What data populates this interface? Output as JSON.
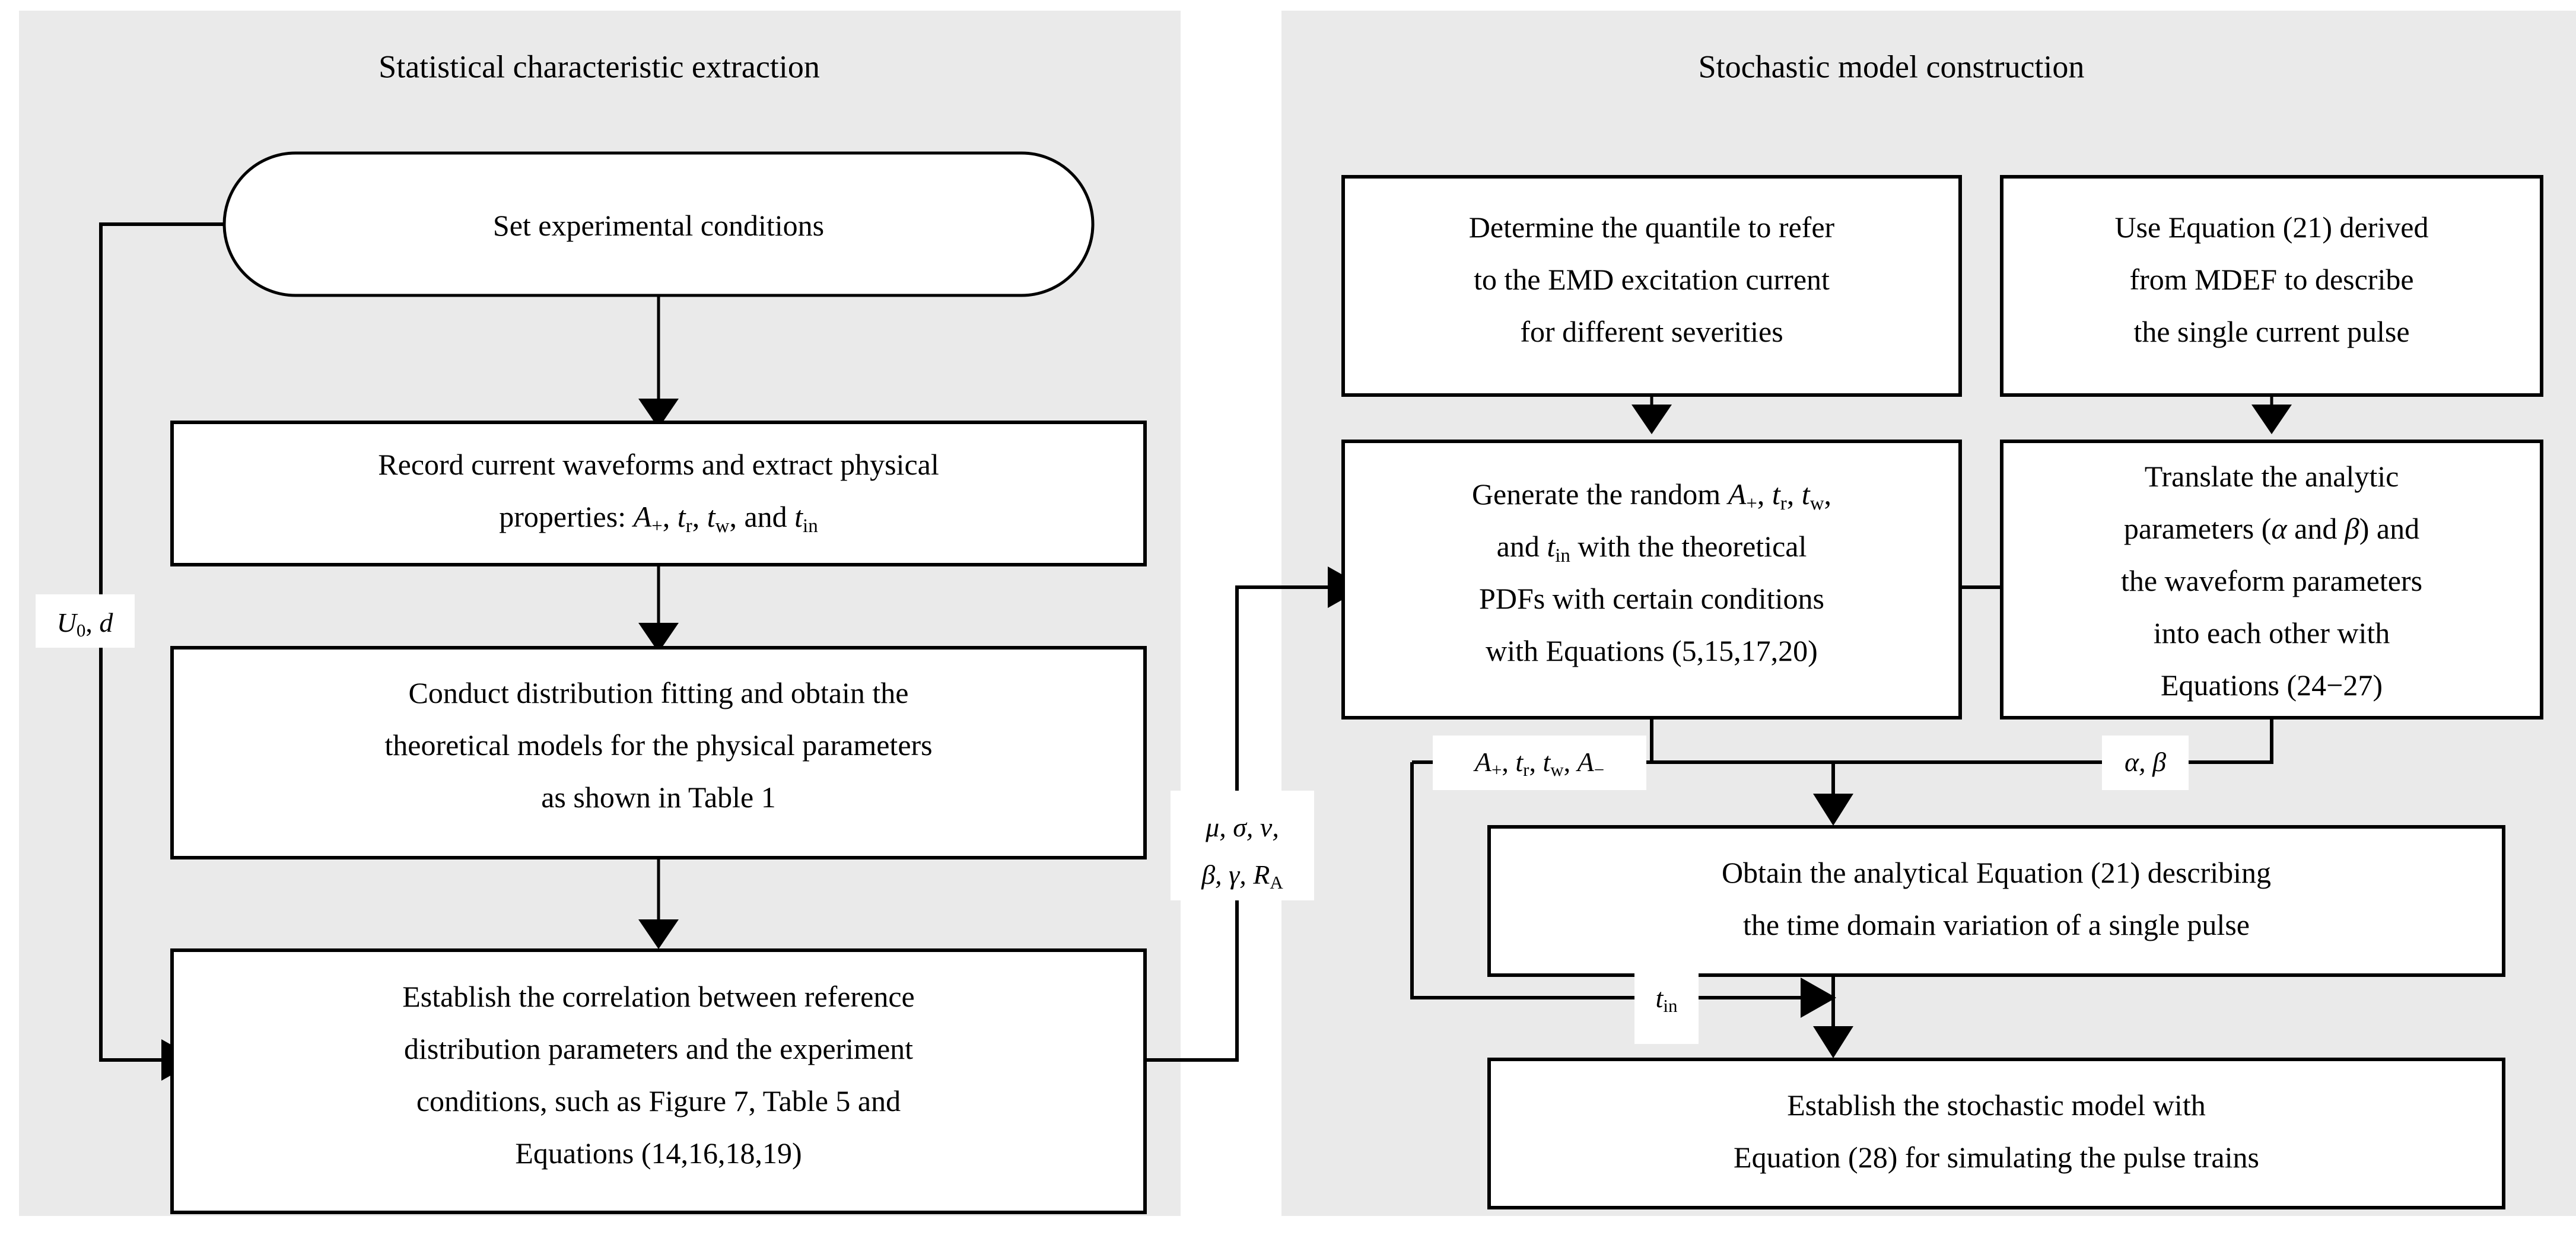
{
  "figure": {
    "type": "flowchart",
    "background_color": "#ffffff",
    "panel_color": "#eaeaea",
    "line_color": "#000000"
  },
  "panels": [
    {
      "id": "left",
      "title": "Statistical characteristic extraction"
    },
    {
      "id": "right",
      "title": "Stochastic model construction"
    }
  ],
  "nodes": {
    "set_conditions": {
      "shape": "rounded-terminator",
      "lines": [
        "Set experimental conditions"
      ]
    },
    "record_waveforms": {
      "shape": "rectangle",
      "lines": [
        "Record current waveforms and extract physical",
        "properties: A+, tr, tw, and tin"
      ],
      "line2_parts": [
        {
          "t": "properties: ",
          "style": "roman"
        },
        {
          "t": "A",
          "style": "italic"
        },
        {
          "t": "+",
          "style": "sub"
        },
        {
          "t": ", ",
          "style": "roman"
        },
        {
          "t": "t",
          "style": "italic"
        },
        {
          "t": "r",
          "style": "sub"
        },
        {
          "t": ", ",
          "style": "roman"
        },
        {
          "t": "t",
          "style": "italic"
        },
        {
          "t": "w",
          "style": "sub"
        },
        {
          "t": ", and ",
          "style": "roman"
        },
        {
          "t": "t",
          "style": "italic"
        },
        {
          "t": "in",
          "style": "sub"
        }
      ]
    },
    "distribution_fitting": {
      "shape": "rectangle",
      "lines": [
        "Conduct distribution fitting and obtain the",
        "theoretical models for the physical  parameters",
        "as shown in Table 1"
      ]
    },
    "establish_correlation": {
      "shape": "rectangle",
      "lines": [
        "Establish the correlation between reference",
        "distribution parameters and the experiment",
        "conditions, such as Figure 7, Table 5 and",
        "Equations (14,16,18,19)"
      ]
    },
    "determine_quantile": {
      "shape": "rectangle",
      "lines": [
        "Determine the quantile to refer",
        "to the EMD excitation current",
        "for different severities"
      ]
    },
    "use_equation_21": {
      "shape": "rectangle",
      "lines": [
        "Use Equation (21) derived",
        "from MDEF to describe",
        "the  single current pulse"
      ]
    },
    "generate_random": {
      "shape": "rectangle",
      "lines": [
        "Generate the random A+, tr, tw,",
        "and tin with the theoretical",
        "PDFs with certain conditions",
        "with Equations (5,15,17,20)"
      ]
    },
    "translate_params": {
      "shape": "rectangle",
      "lines": [
        "Translate the analytic",
        "parameters (α and β) and",
        "the waveform parameters",
        "into each other with",
        "Equations (24−27)"
      ]
    },
    "obtain_analytical": {
      "shape": "rectangle",
      "lines": [
        "Obtain the analytical Equation (21) describing",
        "the time domain variation of a single pulse"
      ]
    },
    "establish_stochastic": {
      "shape": "rectangle",
      "lines": [
        "Establish the stochastic model with",
        "Equation (28) for simulating the pulse trains"
      ]
    }
  },
  "edge_labels": {
    "u0_d": "U0, d",
    "greek_line1": "μ, σ, ν,",
    "greek_line2": "β, γ, RA",
    "waveform_params": "A+, tr, tw, A−",
    "alpha_beta": "α, β",
    "t_in": "tin"
  },
  "edges": [
    {
      "from": "set_conditions",
      "to": "record_waveforms",
      "label": ""
    },
    {
      "from": "record_waveforms",
      "to": "distribution_fitting",
      "label": ""
    },
    {
      "from": "distribution_fitting",
      "to": "establish_correlation",
      "label": ""
    },
    {
      "from": "set_conditions",
      "to": "establish_correlation",
      "label": "U0, d"
    },
    {
      "from": "establish_correlation",
      "to": "generate_random",
      "label": "μ, σ, ν, β, γ, RA"
    },
    {
      "from": "determine_quantile",
      "to": "generate_random",
      "label": ""
    },
    {
      "from": "use_equation_21",
      "to": "translate_params",
      "label": ""
    },
    {
      "from": "generate_random",
      "to": "translate_params",
      "label": ""
    },
    {
      "from": "generate_random",
      "to": "obtain_analytical",
      "label": "A+, tr, tw, A−"
    },
    {
      "from": "translate_params",
      "to": "obtain_analytical",
      "label": "α, β"
    },
    {
      "from": "obtain_analytical",
      "to": "establish_stochastic",
      "label": ""
    },
    {
      "from": "generate_random",
      "to": "establish_stochastic",
      "label": "tin"
    }
  ]
}
